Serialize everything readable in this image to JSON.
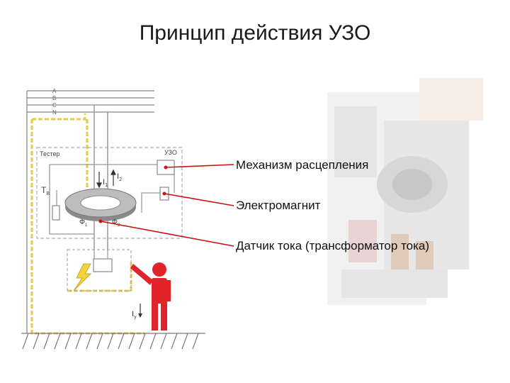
{
  "slide": {
    "title": "Принцип действия УЗО"
  },
  "diagram": {
    "lines": {
      "a": "A",
      "b": "B",
      "c": "C",
      "n": "N"
    },
    "tester_label": "Тестер",
    "rcd_label": "УЗО",
    "t_label": "Т",
    "t_sub": "В",
    "i1_label": "I",
    "i1_sub": "1",
    "i2_label": "I",
    "i2_sub": "2",
    "phi1": "Φ",
    "phi1_sub": "1",
    "phi2": "Φ",
    "phi2_sub": "2",
    "leak_label": "I",
    "leak_sub": "у"
  },
  "callouts": {
    "trip_mechanism": "Механизм расцепления",
    "electromagnet": "Электромагнит",
    "current_sensor": "Датчик тока (трансформатор тока)"
  },
  "colors": {
    "wire": "#9a9a9a",
    "pe_wire": "#e8c84a",
    "callout_line": "#cc1111",
    "person": "#e0242a",
    "ground": "#7a7a7a"
  }
}
